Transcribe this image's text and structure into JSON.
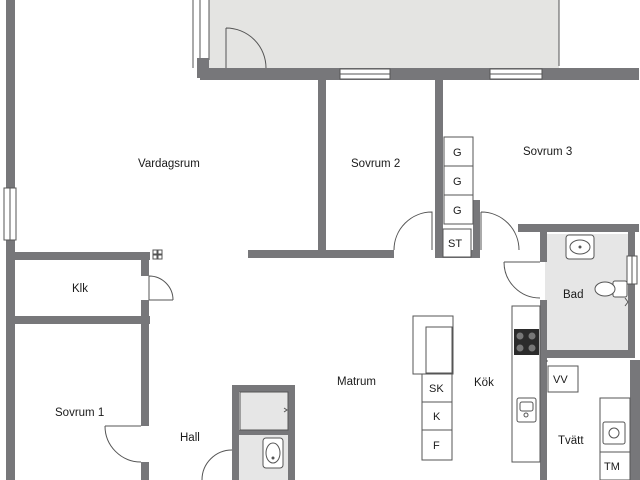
{
  "colors": {
    "wall": "#77777a",
    "tile_floor": "#e6e6e6",
    "balcony": "#e4e4e2",
    "line": "#555555",
    "background": "#ffffff"
  },
  "rooms": {
    "vardagsrum": "Vardagsrum",
    "sovrum2": "Sovrum 2",
    "sovrum3": "Sovrum 3",
    "klk": "Klk",
    "bad": "Bad",
    "sovrum1": "Sovrum 1",
    "matrum": "Matrum",
    "kok": "Kök",
    "hall": "Hall",
    "tvatt": "Tvätt"
  },
  "fixtures": {
    "wardrobe_1": "G",
    "wardrobe_2": "G",
    "wardrobe_3": "G",
    "storage": "ST",
    "freezer": "SK",
    "fridge": "K",
    "pantry": "F",
    "water_heater": "VV",
    "dryer": "TM"
  }
}
